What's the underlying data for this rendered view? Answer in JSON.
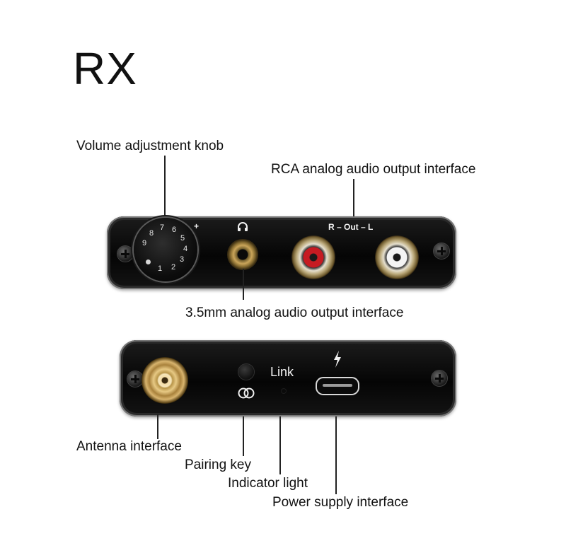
{
  "title": "RX",
  "callouts": {
    "volume_knob": "Volume adjustment knob",
    "rca_output": "RCA analog audio output interface",
    "jack_output": "3.5mm analog audio output interface",
    "antenna": "Antenna interface",
    "pairing_key": "Pairing key",
    "indicator_light": "Indicator light",
    "power_supply": "Power supply interface"
  },
  "front_panel": {
    "knob_numbers": [
      "1",
      "2",
      "3",
      "4",
      "5",
      "6",
      "7",
      "8",
      "9"
    ],
    "plus_label": "+",
    "rca_label": "R – Out – L",
    "headphone_icon": "headphone-icon"
  },
  "back_panel": {
    "link_label": "Link",
    "pair_icon": "link-rings-icon",
    "power_icon": "lightning-bolt-icon"
  }
}
